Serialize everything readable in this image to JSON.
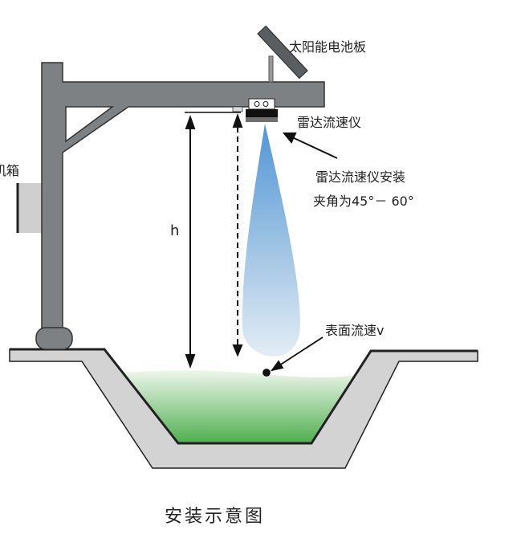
{
  "labels": {
    "solar_panel": "太阳能电池板",
    "radar_meter": "雷达流速仪",
    "install_angle_line1": "雷达流速仪安装",
    "install_angle_line2": "夹角为45°－ 60°",
    "enclosure": "机箱",
    "height": "h",
    "surface_velocity": "表面流速v"
  },
  "caption": "安装示意图",
  "colors": {
    "structure": "#7d8184",
    "ground": "#d3d3d3",
    "water": "#5cb85c",
    "beam": "#6fa8dc"
  }
}
